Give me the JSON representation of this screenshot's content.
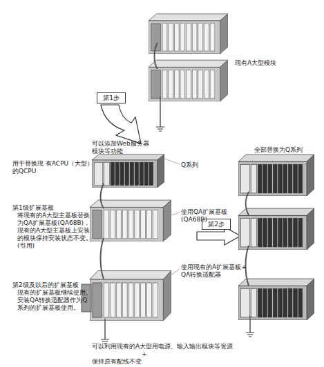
{
  "diagram": {
    "nodes": [
      {
        "text": [
          "第1步"
        ]
      },
      {
        "text": [
          "第2步"
        ]
      }
    ],
    "labels": [
      "现有A大型模块",
      "可以添加Web服务器 模块等功能",
      "用于替换现 有ACPU（大型）的QCPU",
      "Q系列",
      "全部替换为Q系列",
      "第1级扩展基板",
      "将现有的A大型主基板替换为QA扩展基板(QA68B)，现有的A大型主基板上安装的模块保持安装状态不变。(引用)",
      "使用QA扩展基板 (QA68B)",
      "使用现有的A扩展基板+ QA转换适配器",
      "第2级及以后的扩展基板",
      "现有的扩展基板继续使用。安装QA转换适配器作为Q系列的扩展基板使用。",
      "可以利用现有的A大型用电源、输入输出模块等资源",
      "+",
      "保持原有配线不变"
    ]
  }
}
